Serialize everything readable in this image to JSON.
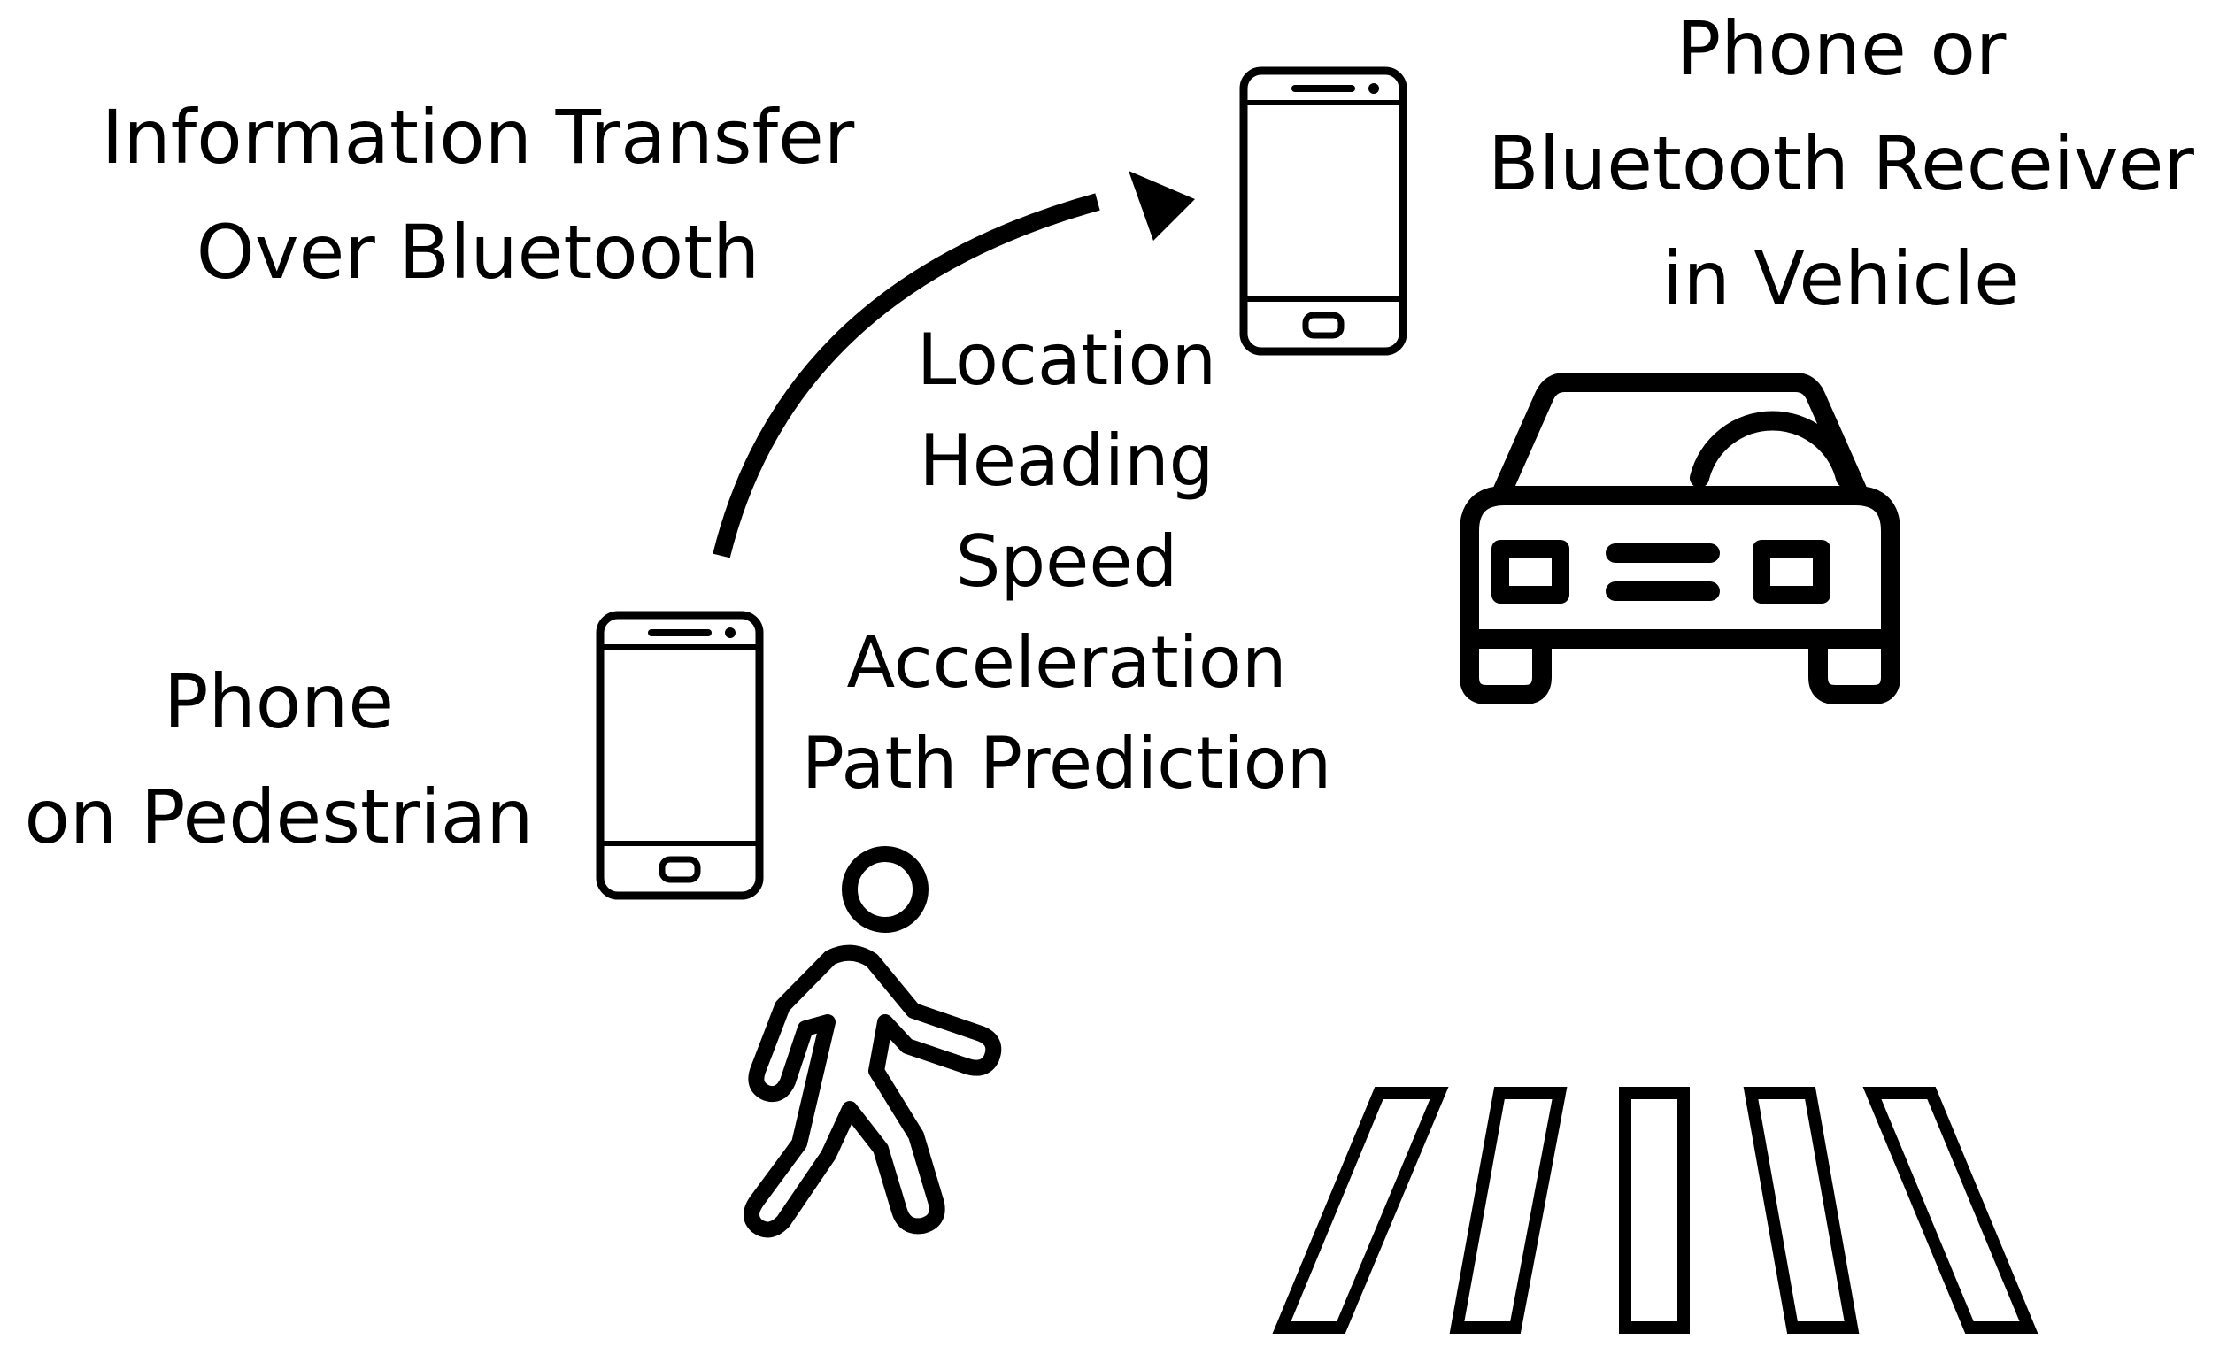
{
  "transfer_label": {
    "line1": "Information Transfer",
    "line2": "Over Bluetooth"
  },
  "receiver_label": {
    "line1": "Phone or",
    "line2": "Bluetooth Receiver",
    "line3": "in Vehicle"
  },
  "pedestrian_label": {
    "line1": "Phone",
    "line2": "on Pedestrian"
  },
  "transmitted_data": [
    "Location",
    "Heading",
    "Speed",
    "Acceleration",
    "Path Prediction"
  ],
  "icons": [
    "smartphone-icon",
    "arrow-icon",
    "car-icon",
    "pedestrian-icon",
    "crosswalk-icon"
  ],
  "colors": {
    "ink": "#000000",
    "background": "#ffffff"
  }
}
